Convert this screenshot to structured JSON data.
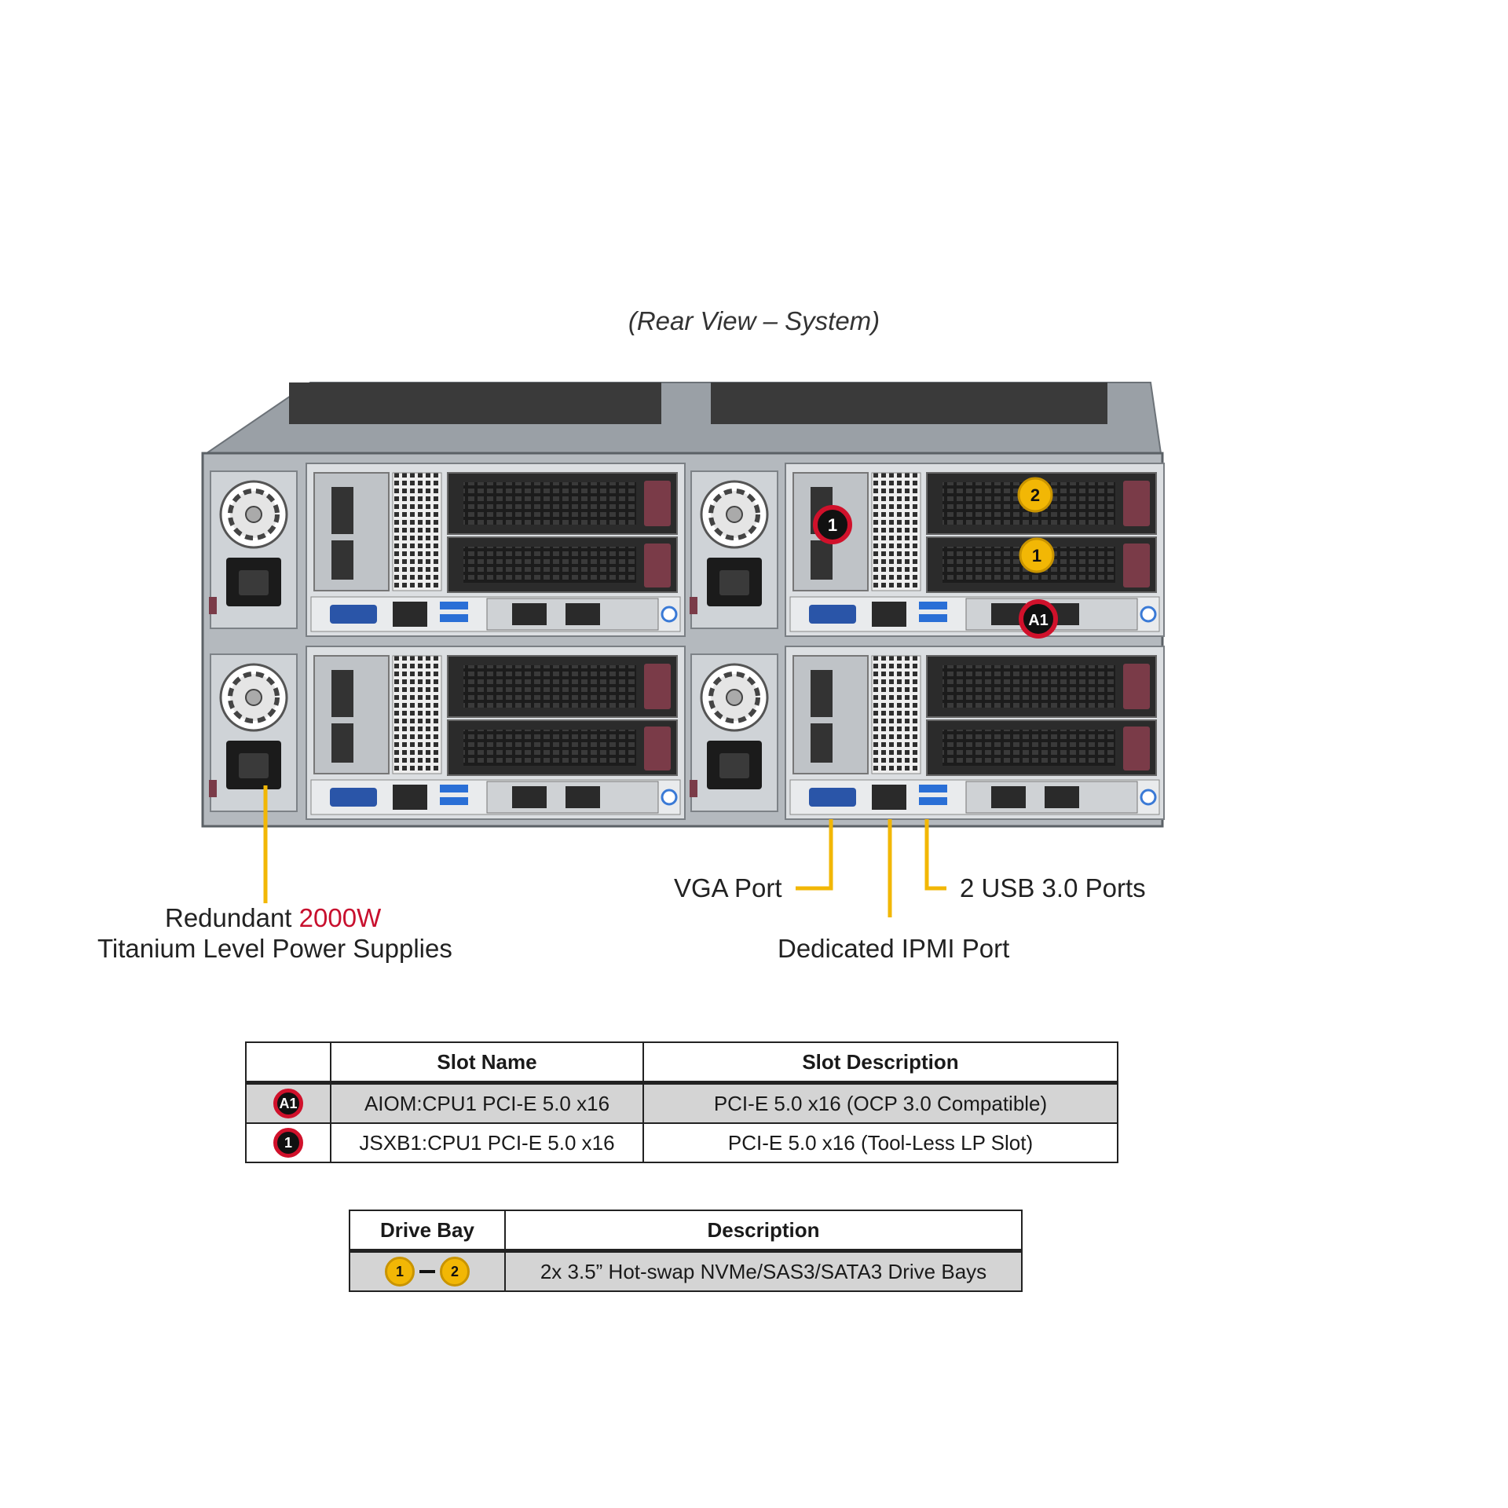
{
  "caption": "(Rear View – System)",
  "labels": {
    "psu_line1_prefix": "Redundant",
    "psu_line1_power": "2000W",
    "psu_line2": "Titanium  Level Power Supplies",
    "vga": "VGA Port",
    "usb": "2 USB 3.0 Ports",
    "ipmi": "Dedicated IPMI  Port"
  },
  "callouts": {
    "slot_pcie": "1",
    "slot_aiom": "A1",
    "bay_1": "1",
    "bay_2": "2"
  },
  "slot_table": {
    "headers": [
      "",
      "Slot Name",
      "Slot Description"
    ],
    "rows": [
      {
        "badge": "A1",
        "name": "AIOM:CPU1  PCI-E  5.0 x16",
        "desc": "PCI-E  5.0 x16 (OCP  3.0 Compatible)"
      },
      {
        "badge": "1",
        "name": "JSXB1:CPU1  PCI-E  5.0 x16",
        "desc": "PCI-E  5.0 x16 (Tool-Less  LP Slot)"
      }
    ]
  },
  "bay_table": {
    "headers": [
      "Drive Bay",
      "Description"
    ],
    "rows": [
      {
        "badge_from": "1",
        "badge_to": "2",
        "desc": "2x 3.5” Hot-swap  NVMe/SAS3/SATA3  Drive  Bays"
      }
    ]
  },
  "colors": {
    "callout_red": "#d0112b",
    "callout_yellow": "#f2b705",
    "leader_line": "#f2b705",
    "accent_red_text": "#c8102e"
  }
}
